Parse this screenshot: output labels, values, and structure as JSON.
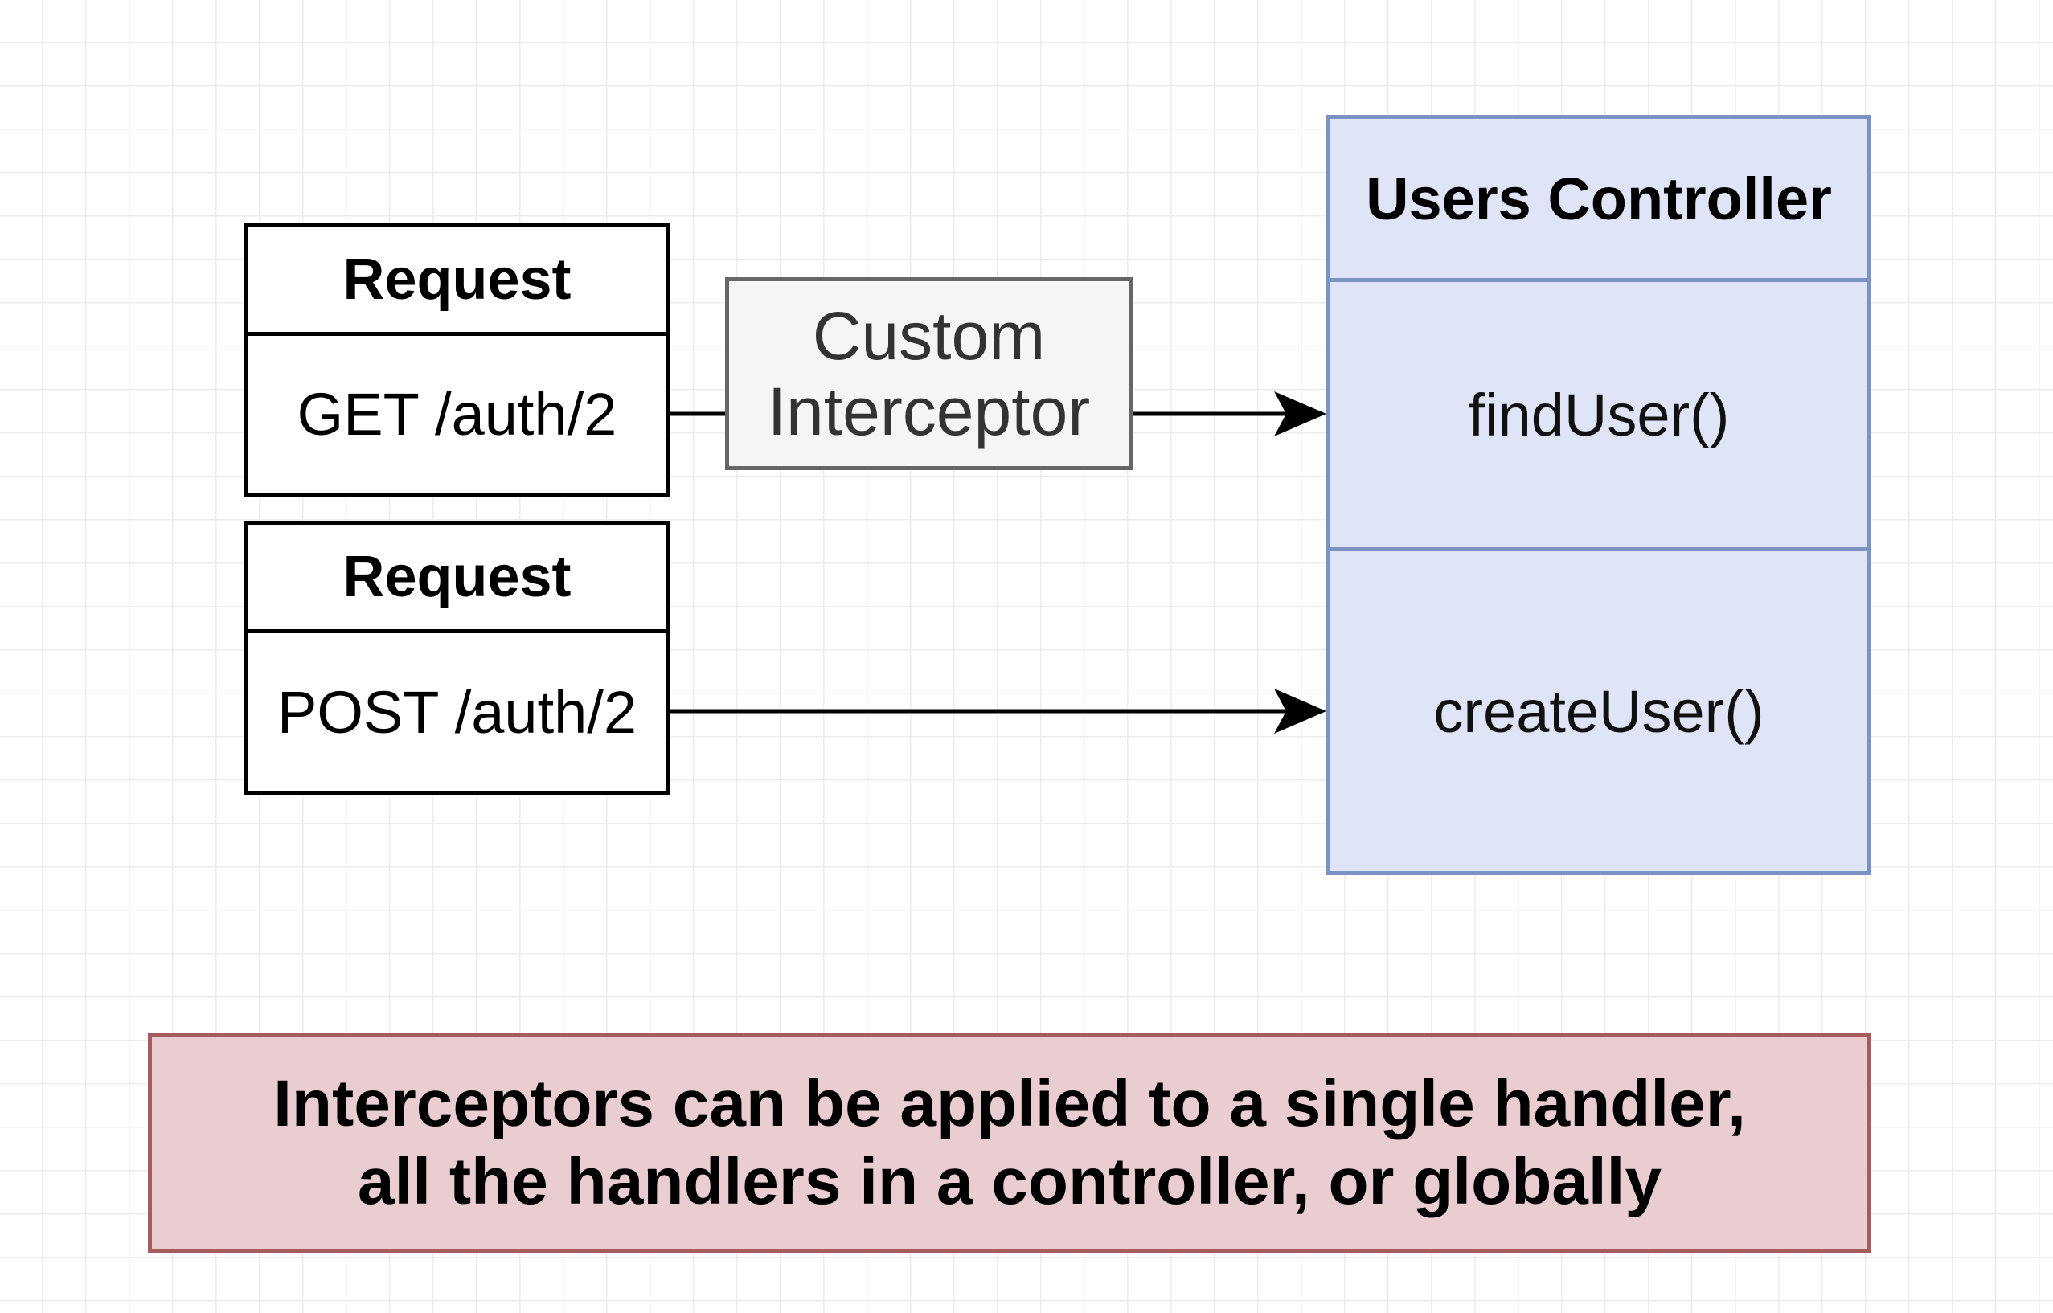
{
  "request_get": {
    "header": "Request",
    "body": "GET /auth/2"
  },
  "request_post": {
    "header": "Request",
    "body": "POST /auth/2"
  },
  "interceptor": {
    "line1": "Custom",
    "line2": "Interceptor"
  },
  "controller": {
    "title": "Users Controller",
    "handlers": [
      "findUser()",
      "createUser()"
    ]
  },
  "note": {
    "line1": "Interceptors can be applied to a single handler,",
    "line2": "all the handlers in a controller, or globally"
  },
  "colors": {
    "controller_fill": "#dfe5f7",
    "controller_border": "#7d92c4",
    "note_fill": "#eacdd1",
    "note_border": "#a65c5c",
    "interceptor_fill": "#f5f5f5",
    "interceptor_border": "#666666"
  }
}
